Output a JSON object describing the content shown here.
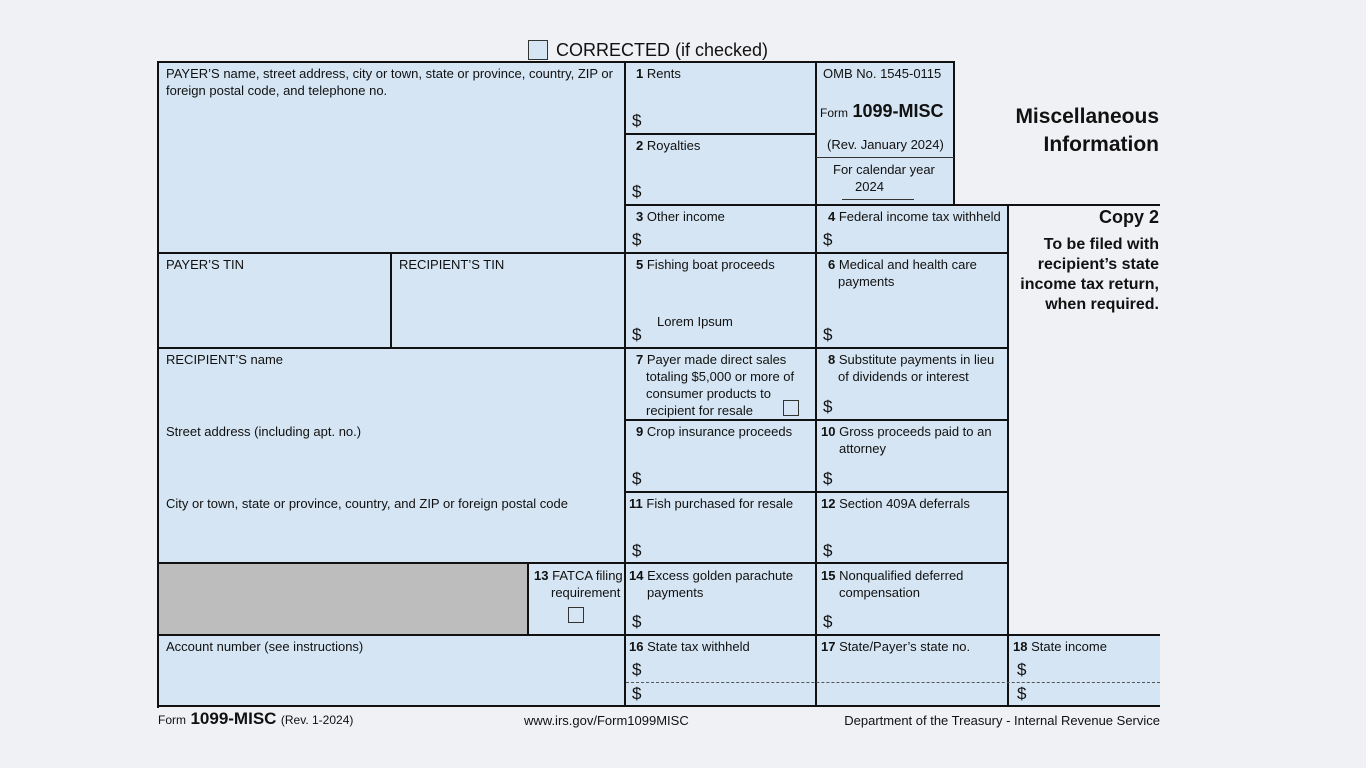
{
  "corrected": {
    "label": "CORRECTED (if checked)"
  },
  "payer": {
    "name_label": "PAYER’S name, street address, city or town, state or province, country, ZIP or foreign postal code, and telephone no.",
    "tin_label": "PAYER’S TIN"
  },
  "recipient": {
    "tin_label": "RECIPIENT’S TIN",
    "name_label": "RECIPIENT’S name",
    "street_label": "Street address (including apt. no.)",
    "city_label": "City or town, state or province, country, and ZIP or foreign postal code",
    "account_label": "Account number (see instructions)"
  },
  "currency": "$",
  "boxes": {
    "b1": {
      "num": "1",
      "label": "Rents"
    },
    "b2": {
      "num": "2",
      "label": "Royalties"
    },
    "b3": {
      "num": "3",
      "label": "Other income"
    },
    "b4": {
      "num": "4",
      "label": "Federal income tax withheld"
    },
    "b5": {
      "num": "5",
      "label": "Fishing boat proceeds",
      "value": "Lorem Ipsum"
    },
    "b6": {
      "num": "6",
      "label1": "Medical and health care",
      "label2": "payments"
    },
    "b7": {
      "num": "7",
      "l1": "Payer made direct sales",
      "l2": "totaling $5,000 or more of",
      "l3": "consumer products to",
      "l4": "recipient for resale"
    },
    "b8": {
      "num": "8",
      "label1": "Substitute payments in lieu",
      "label2": "of dividends or interest"
    },
    "b9": {
      "num": "9",
      "label": "Crop insurance proceeds"
    },
    "b10": {
      "num": "10",
      "label1": "Gross proceeds paid to an",
      "label2": "attorney"
    },
    "b11": {
      "num": "11",
      "label": "Fish purchased for resale"
    },
    "b12": {
      "num": "12",
      "label": "Section 409A deferrals"
    },
    "b13": {
      "num": "13",
      "label1": "FATCA filing",
      "label2": "requirement"
    },
    "b14": {
      "num": "14",
      "label1": "Excess golden parachute",
      "label2": "payments"
    },
    "b15": {
      "num": "15",
      "label1": "Nonqualified deferred",
      "label2": "compensation"
    },
    "b16": {
      "num": "16",
      "label": "State tax withheld"
    },
    "b17": {
      "num": "17",
      "label": "State/Payer’s state no."
    },
    "b18": {
      "num": "18",
      "label": "State income"
    }
  },
  "omb": {
    "number": "OMB No. 1545-0115",
    "form_word": "Form",
    "form_name": "1099-MISC",
    "rev": "(Rev. January 2024)",
    "cal_label": "For calendar year",
    "year": "2024"
  },
  "title": {
    "line1": "Miscellaneous",
    "line2": "Information"
  },
  "copy": {
    "title": "Copy 2",
    "l1": "To be filed with",
    "l2": "recipient’s state",
    "l3": "income tax return,",
    "l4": "when required."
  },
  "footer": {
    "form_word": "Form",
    "form_name": "1099-MISC",
    "rev": "(Rev. 1-2024)",
    "url": "www.irs.gov/Form1099MISC",
    "dept": "Department of the Treasury - Internal Revenue Service"
  }
}
